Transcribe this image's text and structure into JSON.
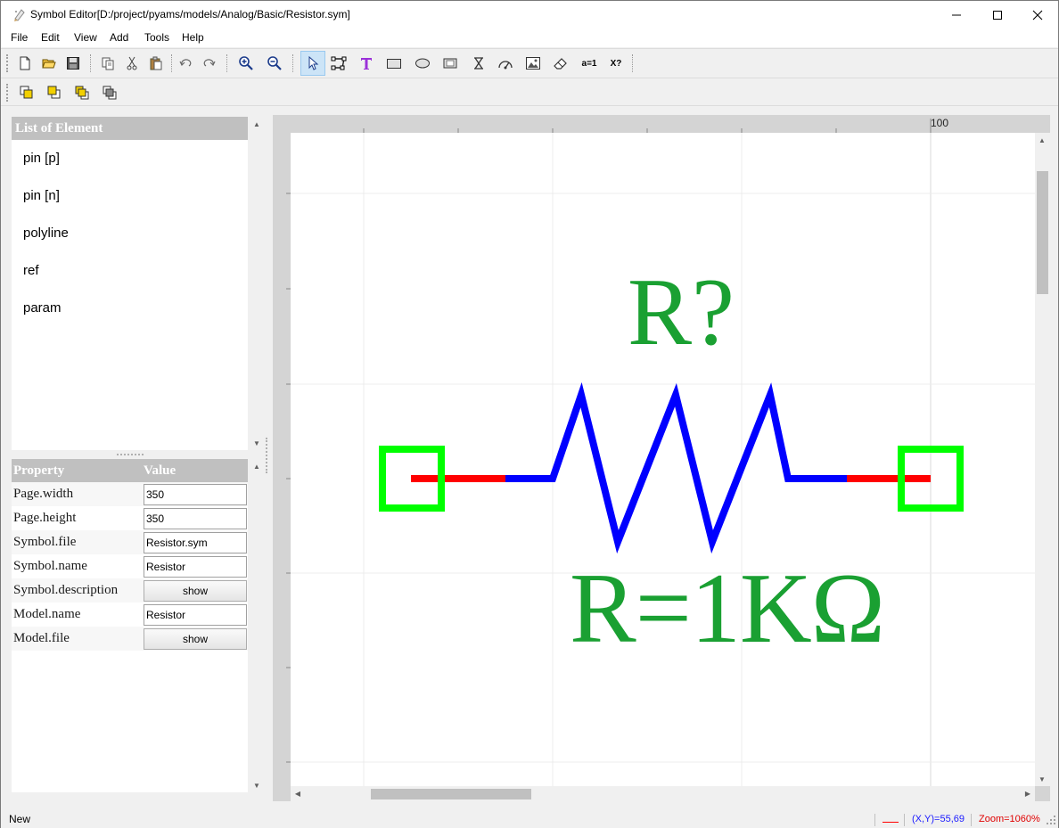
{
  "window": {
    "title": "Symbol Editor[D:/project/pyams/models/Analog/Basic/Resistor.sym]"
  },
  "menu": [
    "File",
    "Edit",
    "View",
    "Add",
    "Tools",
    "Help"
  ],
  "toolbar": {
    "assign_label": "a=1",
    "ref_label": "X?"
  },
  "elements": {
    "header": "List of Element",
    "items": [
      "pin [p]",
      "pin [n]",
      "polyline",
      "ref",
      "param"
    ]
  },
  "properties": {
    "header_property": "Property",
    "header_value": "Value",
    "rows": [
      {
        "name": "Page.width",
        "value": "350",
        "type": "input"
      },
      {
        "name": "Page.height",
        "value": "350",
        "type": "input"
      },
      {
        "name": "Symbol.file",
        "value": "Resistor.sym",
        "type": "input"
      },
      {
        "name": "Symbol.name",
        "value": "Resistor",
        "type": "input"
      },
      {
        "name": "Symbol.description",
        "value": "show",
        "type": "button"
      },
      {
        "name": "Model.name",
        "value": "Resistor",
        "type": "input"
      },
      {
        "name": "Model.file",
        "value": "show",
        "type": "button"
      }
    ]
  },
  "canvas": {
    "ruler_label": "100",
    "ref_text": "R?",
    "param_text": "R=1KΩ",
    "colors": {
      "pin": "#00ff00",
      "pin_line": "#ff0000",
      "polyline": "#0000ff",
      "text": "#1aa032"
    }
  },
  "status": {
    "message": "New",
    "coords": "(X,Y)=55,69",
    "zoom": "Zoom=1060%"
  }
}
